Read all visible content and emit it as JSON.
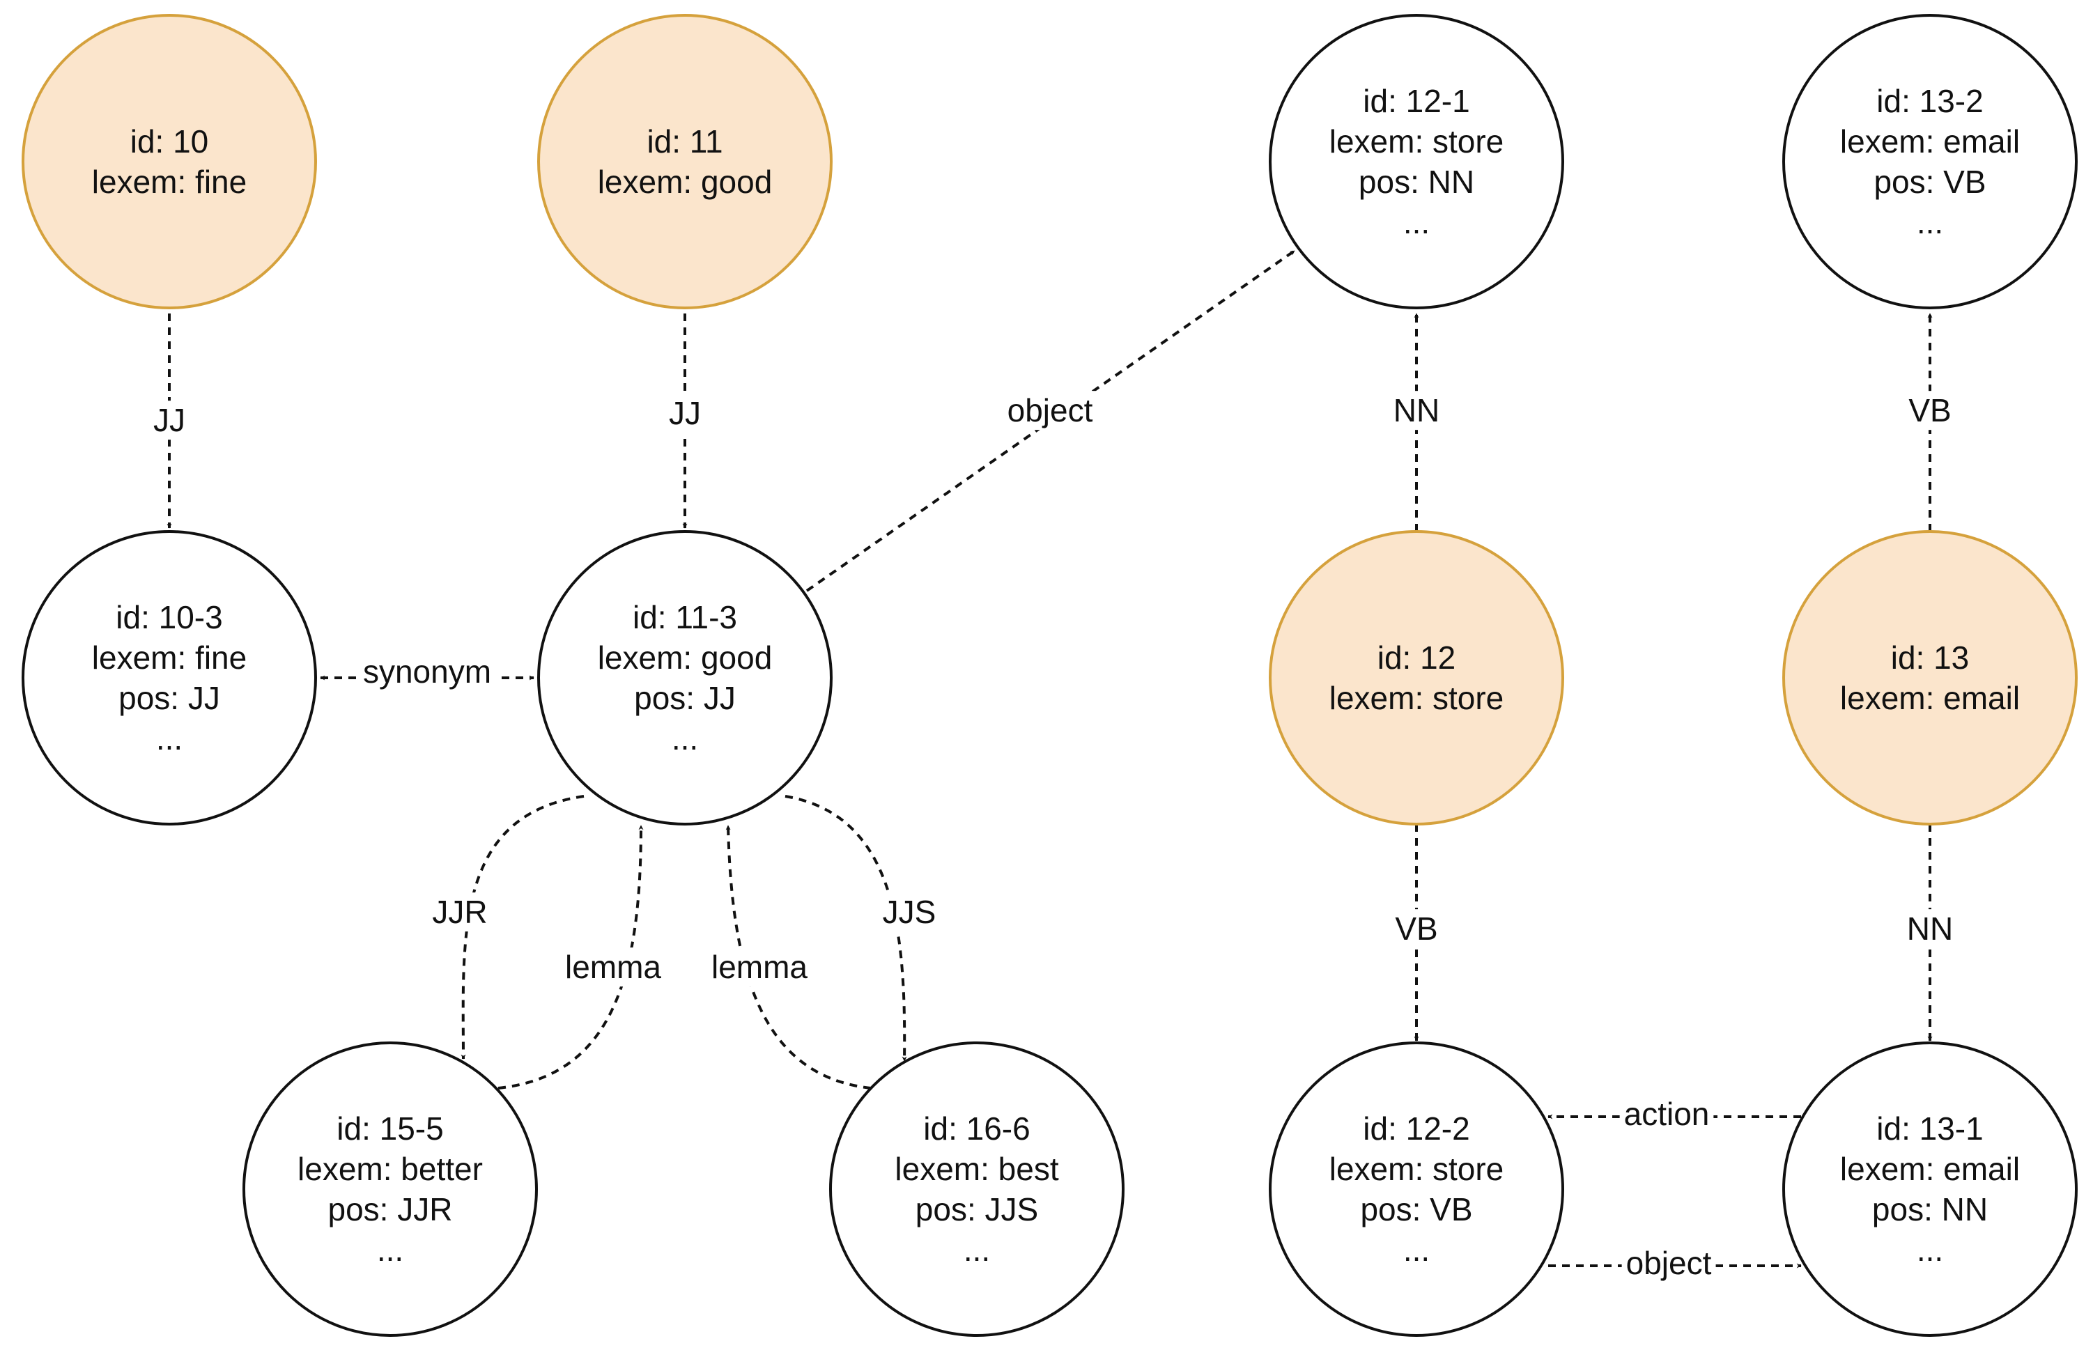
{
  "colors": {
    "lexeme_fill": "#fbe5cc",
    "lexeme_stroke": "#d5a13c",
    "sense_fill": "#ffffff",
    "sense_stroke": "#111111",
    "edge": "#111111"
  },
  "nodes": [
    {
      "key": "n10",
      "kind": "lexeme",
      "lines": [
        "id: 10",
        "lexem: fine"
      ]
    },
    {
      "key": "n11",
      "kind": "lexeme",
      "lines": [
        "id: 11",
        "lexem: good"
      ]
    },
    {
      "key": "n12_1",
      "kind": "sense",
      "lines": [
        "id: 12-1",
        "lexem: store",
        "pos: NN",
        "..."
      ]
    },
    {
      "key": "n13_2",
      "kind": "sense",
      "lines": [
        "id: 13-2",
        "lexem: email",
        "pos: VB",
        "..."
      ]
    },
    {
      "key": "n10_3",
      "kind": "sense",
      "lines": [
        "id: 10-3",
        "lexem: fine",
        "pos: JJ",
        "..."
      ]
    },
    {
      "key": "n11_3",
      "kind": "sense",
      "lines": [
        "id: 11-3",
        "lexem: good",
        "pos: JJ",
        "..."
      ]
    },
    {
      "key": "n12",
      "kind": "lexeme",
      "lines": [
        "id: 12",
        "lexem: store"
      ]
    },
    {
      "key": "n13",
      "kind": "lexeme",
      "lines": [
        "id: 13",
        "lexem: email"
      ]
    },
    {
      "key": "n15_5",
      "kind": "sense",
      "lines": [
        "id: 15-5",
        "lexem: better",
        "pos: JJR",
        "..."
      ]
    },
    {
      "key": "n16_6",
      "kind": "sense",
      "lines": [
        "id: 16-6",
        "lexem: best",
        "pos: JJS",
        "..."
      ]
    },
    {
      "key": "n12_2",
      "kind": "sense",
      "lines": [
        "id: 12-2",
        "lexem: store",
        "pos: VB",
        "..."
      ]
    },
    {
      "key": "n13_1",
      "kind": "sense",
      "lines": [
        "id: 13-1",
        "lexem: email",
        "pos: NN",
        "..."
      ]
    }
  ],
  "edges": [
    {
      "key": "e_10_103",
      "from": "n10",
      "to": "n10_3",
      "label": "JJ",
      "directed": "forward"
    },
    {
      "key": "e_11_113",
      "from": "n11",
      "to": "n11_3",
      "label": "JJ",
      "directed": "forward"
    },
    {
      "key": "e_113_121",
      "from": "n11_3",
      "to": "n12_1",
      "label": "object",
      "directed": "forward"
    },
    {
      "key": "e_12_121",
      "from": "n12",
      "to": "n12_1",
      "label": "NN",
      "directed": "forward"
    },
    {
      "key": "e_13_132",
      "from": "n13",
      "to": "n13_2",
      "label": "VB",
      "directed": "forward"
    },
    {
      "key": "e_syn",
      "from": "n10_3",
      "to": "n11_3",
      "label": "synonym",
      "directed": "both"
    },
    {
      "key": "e_jjr",
      "from": "n11_3",
      "to": "n15_5",
      "label": "JJR",
      "directed": "forward"
    },
    {
      "key": "e_lemma1",
      "from": "n15_5",
      "to": "n11_3",
      "label": "lemma",
      "directed": "forward"
    },
    {
      "key": "e_lemma2",
      "from": "n16_6",
      "to": "n11_3",
      "label": "lemma",
      "directed": "forward"
    },
    {
      "key": "e_jjs",
      "from": "n11_3",
      "to": "n16_6",
      "label": "JJS",
      "directed": "forward"
    },
    {
      "key": "e_12_122",
      "from": "n12",
      "to": "n12_2",
      "label": "VB",
      "directed": "forward"
    },
    {
      "key": "e_13_131",
      "from": "n13",
      "to": "n13_1",
      "label": "NN",
      "directed": "forward"
    },
    {
      "key": "e_action",
      "from": "n13_1",
      "to": "n12_2",
      "label": "action",
      "directed": "forward"
    },
    {
      "key": "e_object2",
      "from": "n12_2",
      "to": "n13_1",
      "label": "object",
      "directed": "forward"
    }
  ]
}
